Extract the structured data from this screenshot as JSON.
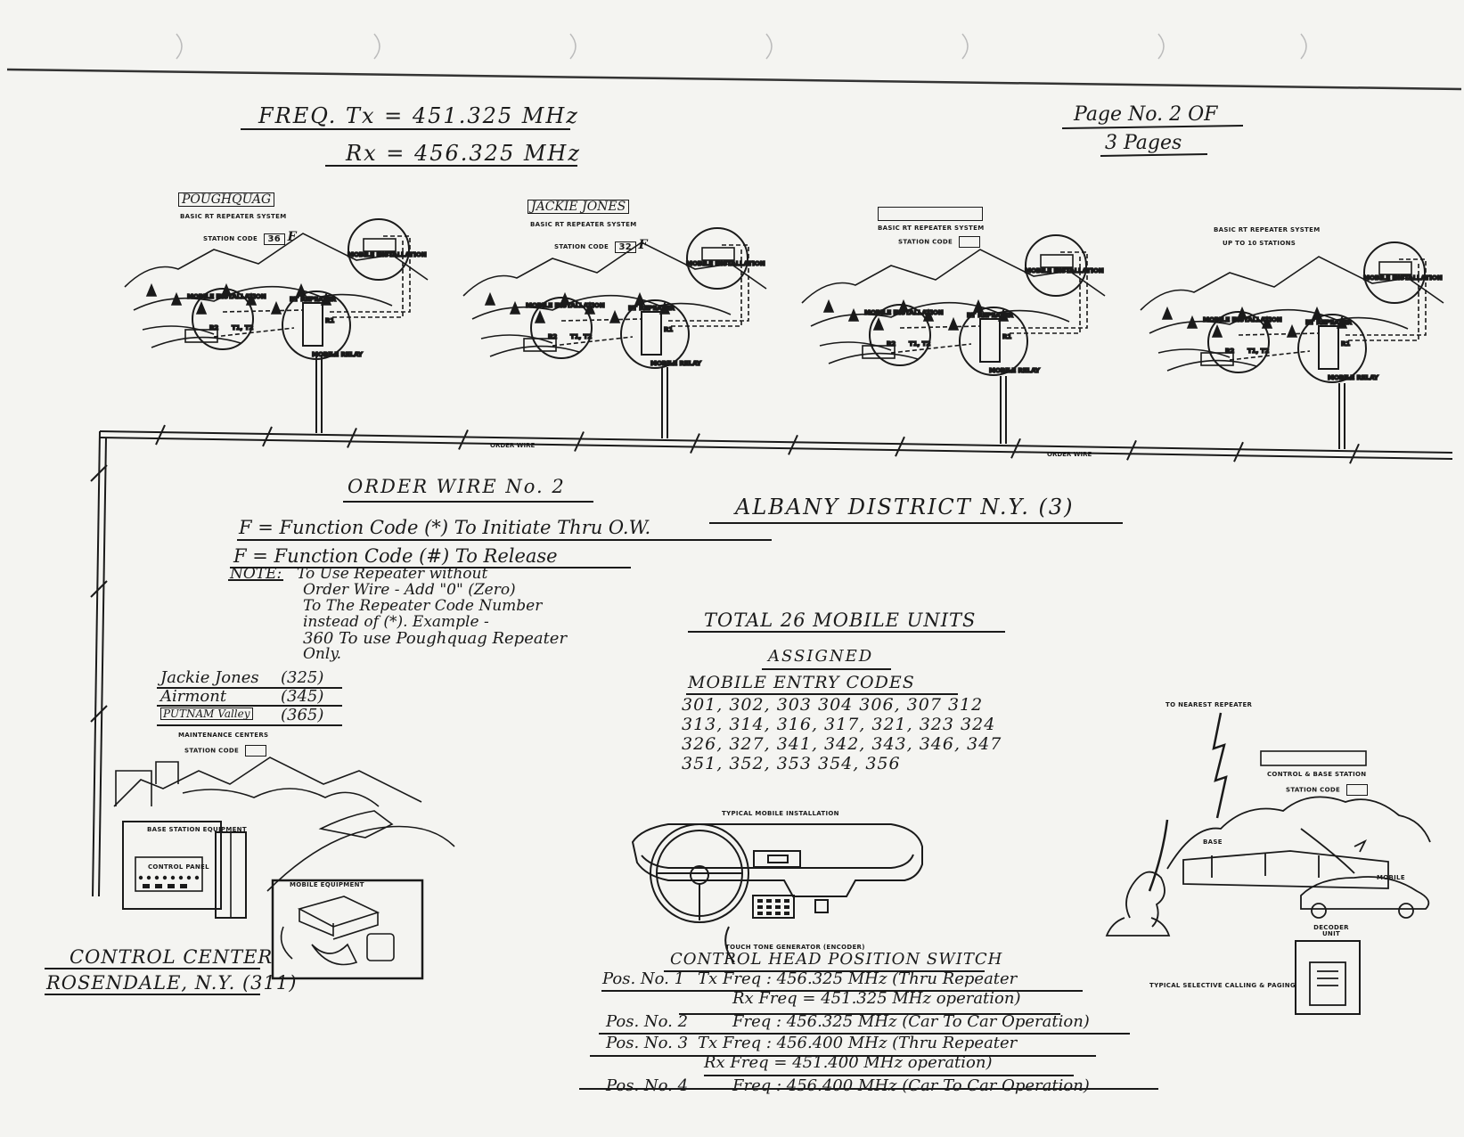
{
  "header": {
    "freq_tx": "FREQ. Tx = 451.325 MHz",
    "freq_rx": "Rx = 456.325 MHz",
    "page_line1": "Page No. 2 OF",
    "page_line2": "3 Pages"
  },
  "systems": [
    {
      "name": "POUGHQUAG",
      "subtitle": "BASIC RT REPEATER SYSTEM",
      "code_label": "STATION CODE",
      "code_value": "36",
      "code_suffix": "F"
    },
    {
      "name": "JACKIE JONES",
      "subtitle": "BASIC RT REPEATER SYSTEM",
      "code_label": "STATION CODE",
      "code_value": "32",
      "code_suffix": "F"
    },
    {
      "name": "",
      "subtitle": "BASIC RT REPEATER SYSTEM",
      "code_label": "STATION CODE",
      "code_value": "",
      "code_suffix": ""
    },
    {
      "name": "",
      "subtitle": "BASIC RT REPEATER SYSTEM",
      "code_label": "UP TO 10 STATIONS",
      "code_value": "",
      "code_suffix": ""
    }
  ],
  "diagram_labels": {
    "mobile_installation": "MOBILE INSTALLATION",
    "rt_repeater": "RT REPEATER",
    "mobile_relay": "MOBILE RELAY",
    "order_wire": "ORDER WIRE",
    "t1t2": "T1, T2",
    "r1": "R1",
    "r2": "R2"
  },
  "order_wire_title": "ORDER WIRE No. 2",
  "district": "ALBANY DISTRICT N.Y. (3)",
  "function_codes": {
    "line1": "F = Function Code (*) To Initiate Thru O.W.",
    "line2": "F = Function Code (#) To Release"
  },
  "note": {
    "label": "NOTE:",
    "lines": [
      "To Use Repeater without",
      "Order Wire - Add \"0\" (Zero)",
      "To The Repeater Code Number",
      "instead of (*). Example -",
      "360 To use Poughquag Repeater",
      "Only."
    ]
  },
  "repeater_list": [
    {
      "name": "Jackie Jones",
      "code": "(325)"
    },
    {
      "name": "Airmont",
      "code": "(345)"
    },
    {
      "name": "PUTNAM Valley",
      "code": "(365)"
    }
  ],
  "maintenance": {
    "line1": "MAINTENANCE CENTERS",
    "line2": "STATION CODE"
  },
  "total_units": "TOTAL 26 MOBILE UNITS",
  "assigned": "ASSIGNED",
  "entry_codes_title": "MOBILE ENTRY CODES",
  "entry_codes_rows": [
    "301, 302, 303 304 306, 307 312",
    "313, 314, 316, 317, 321, 323 324",
    "326, 327, 341, 342, 343, 346, 347",
    "351, 352, 353 354, 356"
  ],
  "control_center": {
    "line1": "CONTROL CENTER",
    "line2": "ROSENDALE, N.Y. (311)"
  },
  "base_station": {
    "base_station_equipment": "BASE STATION EQUIPMENT",
    "control_panel": "CONTROL PANEL",
    "mobile_equipment": "MOBILE EQUIPMENT"
  },
  "typical_mobile": "TYPICAL MOBILE INSTALLATION",
  "touch_tone": "TOUCH TONE GENERATOR (ENCODER)",
  "control_head_title": "CONTROL HEAD POSITION SWITCH",
  "positions": [
    {
      "pos": "Pos. No. 1",
      "line1": "Tx Freq : 456.325 MHz (Thru Repeater",
      "line2": "Rx Freq = 451.325 MHz operation)"
    },
    {
      "pos": "Pos. No. 2",
      "line1": "Freq : 456.325 MHz (Car To Car Operation)",
      "line2": ""
    },
    {
      "pos": "Pos. No. 3",
      "line1": "Tx Freq : 456.400 MHz (Thru Repeater",
      "line2": "Rx Freq = 451.400 MHz operation)"
    },
    {
      "pos": "Pos. No. 4",
      "line1": "Freq : 456.400 MHz (Car To Car Operation)",
      "line2": ""
    }
  ],
  "right_panel": {
    "to_nearest": "TO NEAREST REPEATER",
    "control_base": "CONTROL & BASE STATION",
    "station_code": "STATION CODE",
    "base": "BASE",
    "mobile": "MOBILE",
    "decoder": "DECODER UNIT",
    "typical_selective": "TYPICAL SELECTIVE CALLING & PAGING"
  }
}
